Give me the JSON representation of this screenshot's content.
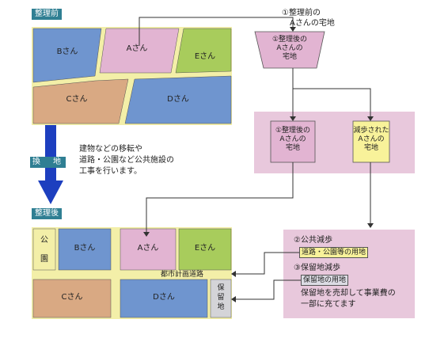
{
  "before": {
    "tag": "整理前",
    "lots": [
      {
        "label": "Bさん",
        "color": "#6f95cf"
      },
      {
        "label": "Aさん",
        "color": "#e2b4d2"
      },
      {
        "label": "Eさん",
        "color": "#a8cc5c"
      },
      {
        "label": "Cさん",
        "color": "#d9a983"
      },
      {
        "label": "Dさん",
        "color": "#6f95cf"
      }
    ],
    "road_color": "#f3efa8"
  },
  "process": {
    "step_tag": "換　地",
    "description": [
      "建物などの移転や",
      "道路・公園など公共施設の",
      "工事を行います。"
    ]
  },
  "after": {
    "tag": "整理後",
    "park": [
      "公",
      "園"
    ],
    "lots": [
      {
        "label": "Bさん"
      },
      {
        "label": "Aさん"
      },
      {
        "label": "Eさん"
      },
      {
        "label": "Cさん"
      },
      {
        "label": "Dさん"
      }
    ],
    "road_label": "都市計画道路",
    "reserve": [
      "保",
      "留",
      "地"
    ]
  },
  "flow": {
    "original_caption": [
      "①整理前の",
      "Aさんの宅地"
    ],
    "trapezoid_text": [
      "①整理後の",
      "Aさんの",
      "宅地"
    ],
    "result_left": [
      "①整理後の",
      "Aさんの",
      "宅地"
    ],
    "result_right": [
      "減歩された",
      "Aさんの",
      "宅地"
    ]
  },
  "legend": {
    "public": {
      "title": "②公共減歩",
      "value": "道路・公園等の用地"
    },
    "reserve": {
      "title": "③保留地減歩",
      "value": "保留地の用地",
      "note": [
        "保留地を売却して事業費の",
        "一部に充てます"
      ]
    }
  },
  "colors": {
    "teal": "#2f7f93",
    "arrow": "#1d3fbf",
    "pink_panel": "#e8c8dc",
    "yellow_box": "#f8f29a"
  }
}
